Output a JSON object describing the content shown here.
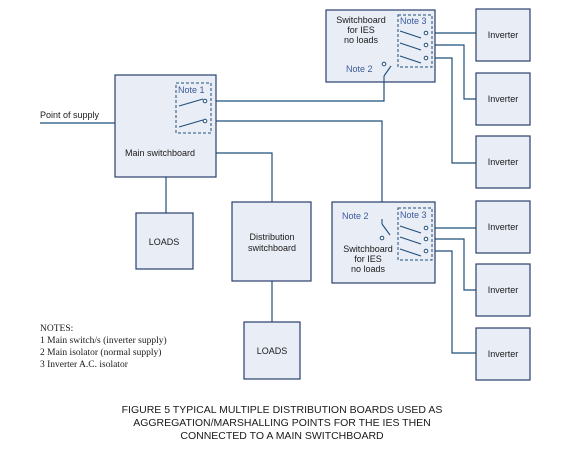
{
  "diagram": {
    "point_of_supply": "Point of supply",
    "main_switchboard": "Main switchboard",
    "distribution_switchboard": [
      "Distribution",
      "switchboard"
    ],
    "ies_switchboard_top": [
      "Switchboard",
      "for IES",
      "no loads"
    ],
    "ies_switchboard_bottom": [
      "Switchboard",
      "for IES",
      "no loads"
    ],
    "loads": "LOADS",
    "inverter": "Inverter",
    "note1": "Note 1",
    "note2": "Note 2",
    "note3": "Note 3"
  },
  "notes": {
    "heading": "NOTES:",
    "items": [
      "1 Main switch/s (inverter supply)",
      "2 Main isolator (normal supply)",
      "3 Inverter A.C. isolator"
    ]
  },
  "caption": {
    "lines": [
      "FIGURE  5   TYPICAL MULTIPLE DISTRIBUTION BOARDS USED AS",
      "AGGREGATION/MARSHALLING POINTS FOR THE IES THEN",
      "CONNECTED TO A MAIN SWITCHBOARD"
    ]
  }
}
